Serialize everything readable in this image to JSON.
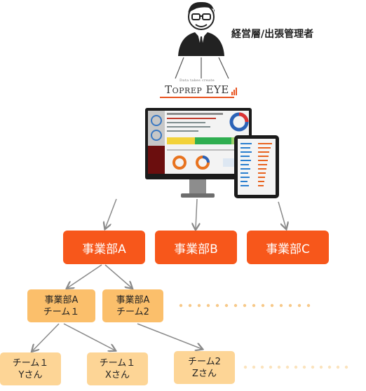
{
  "executive": {
    "label": "経営層/出張管理者",
    "icon": "business-person-icon"
  },
  "brand": {
    "tagline": "Data takes create",
    "name_prefix": "T",
    "name_rest": "OPREP",
    "name_eye": "EYE"
  },
  "devices": {
    "monitor": "dashboard-monitor",
    "tablet": "dashboard-tablet"
  },
  "departments": [
    {
      "label": "事業部A"
    },
    {
      "label": "事業部B"
    },
    {
      "label": "事業部C"
    }
  ],
  "teams": [
    {
      "line1": "事業部A",
      "line2": "チーム１"
    },
    {
      "line1": "事業部A",
      "line2": "チーム2"
    }
  ],
  "members": [
    {
      "line1": "チーム１",
      "line2": "Yさん"
    },
    {
      "line1": "チーム１",
      "line2": "Xさん"
    },
    {
      "line1": "チーム2",
      "line2": "Zさん"
    }
  ],
  "colors": {
    "dept": "#f7571b",
    "team": "#fbbf6b",
    "member": "#fdd596",
    "arrow": "#8a8a8a",
    "dots": "#f7c98a"
  }
}
